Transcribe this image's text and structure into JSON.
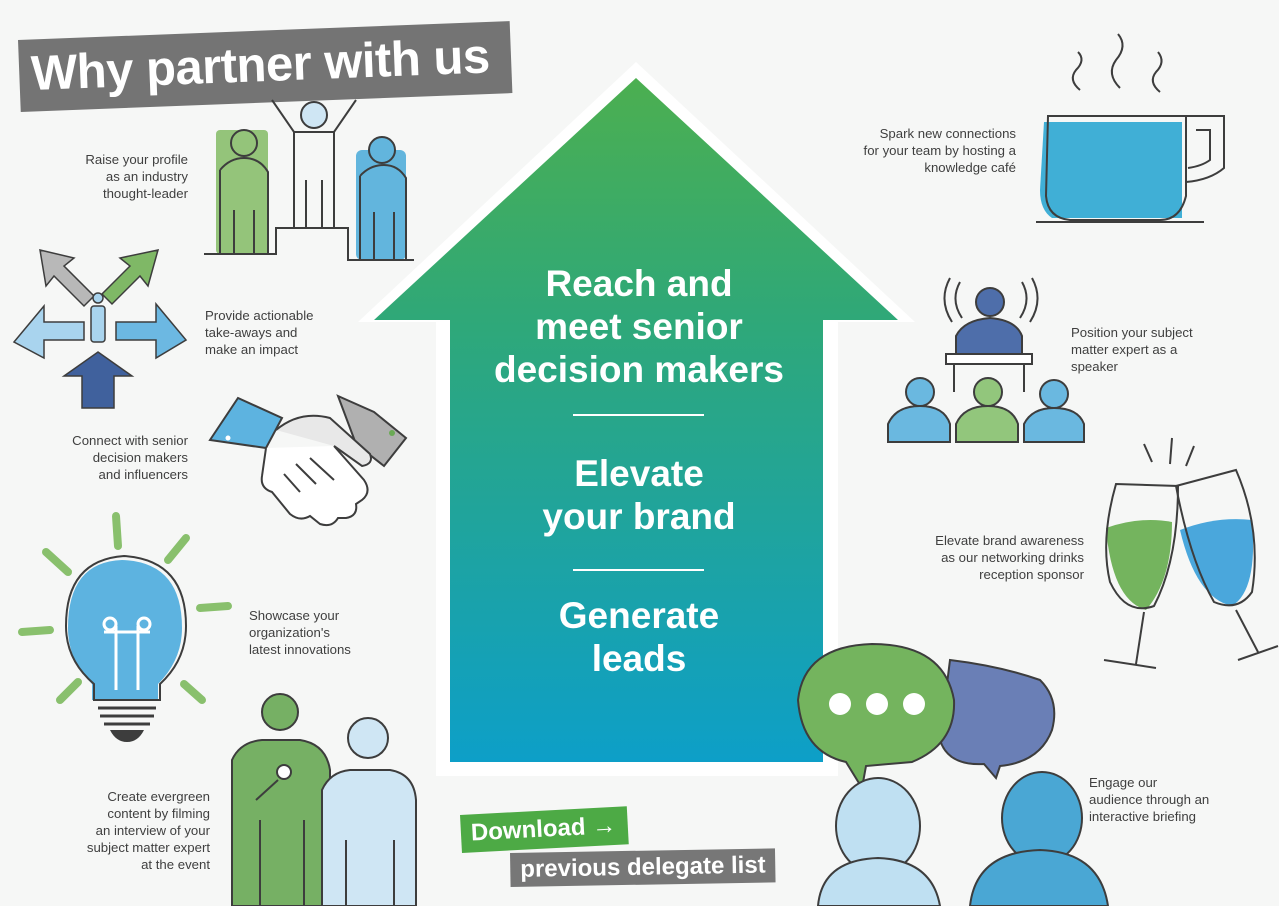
{
  "title": "Why partner with us",
  "benefits": {
    "profile": "Raise your profile\nas an industry\nthought-leader",
    "takeaways": "Provide actionable\ntake-aways and\nmake an impact",
    "connect": "Connect with senior\ndecision makers\nand influencers",
    "showcase": "Showcase your\norganization's\nlatest innovations",
    "content": "Create evergreen\ncontent by filming\nan interview of your\nsubject matter expert\nat the event",
    "cafe": "Spark new connections\nfor your team by hosting a\nknowledge café",
    "speaker": "Position your subject\nmatter expert as a\nspeaker",
    "drinks": "Elevate brand awareness\nas our networking drinks\nreception sponsor",
    "briefing": "Engage our\naudience through an\ninteractive briefing"
  },
  "arrow": {
    "reach": "Reach and\nmeet senior\ndecision makers",
    "elevate": "Elevate\nyour brand",
    "leads": "Generate\nleads"
  },
  "download": {
    "line1": "Download →",
    "line2": "previous delegate list"
  },
  "colors": {
    "green": "#6aaa55",
    "light_blue": "#bfe0f2",
    "mid_blue": "#5db6dd",
    "navy": "#3f5d9c",
    "grey": "#9a9a9a",
    "arrow_top": "#4caf50",
    "arrow_bottom": "#0d9fc8"
  }
}
